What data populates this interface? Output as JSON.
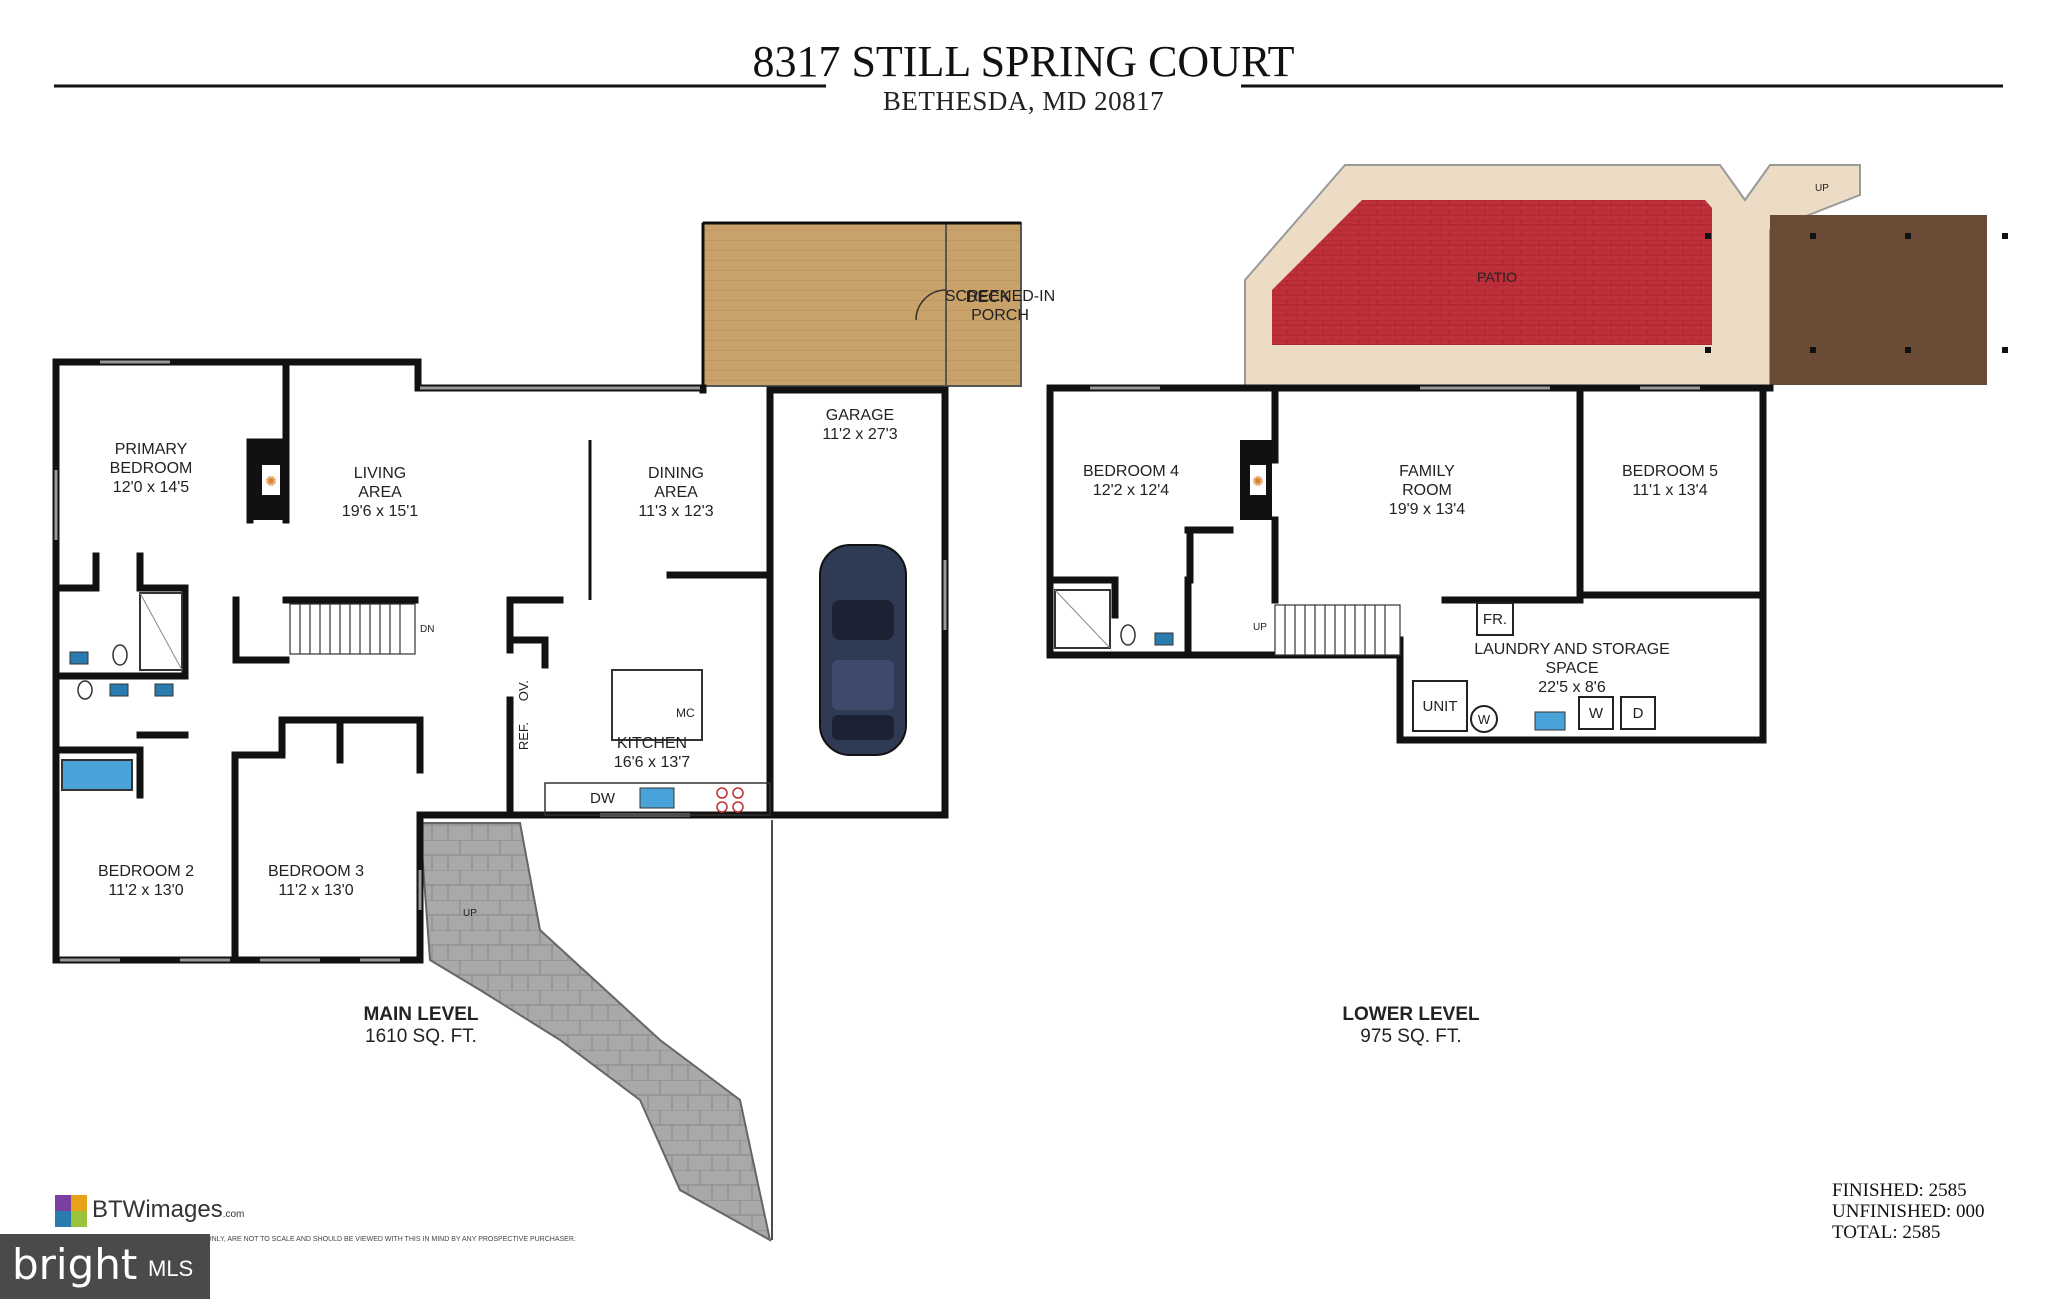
{
  "header": {
    "address": "8317 STILL SPRING COURT",
    "city": "BETHESDA, MD 20817"
  },
  "main_level": {
    "label": "MAIN LEVEL",
    "area": "1610 SQ. FT.",
    "rooms": {
      "primary_bedroom": {
        "name_1": "PRIMARY",
        "name_2": "BEDROOM",
        "dims": "12'0 x 14'5"
      },
      "living_area": {
        "name_1": "LIVING",
        "name_2": "AREA",
        "dims": "19'6 x 15'1"
      },
      "dining_area": {
        "name_1": "DINING",
        "name_2": "AREA",
        "dims": "11'3 x 12'3"
      },
      "screened_porch": {
        "name_1": "SCREENED-IN",
        "name_2": "PORCH"
      },
      "deck": {
        "name": "DECK"
      },
      "garage": {
        "name": "GARAGE",
        "dims": "11'2 x 27'3"
      },
      "kitchen": {
        "name": "KITCHEN",
        "dims": "16'6 x 13'7"
      },
      "bedroom_2": {
        "name": "BEDROOM 2",
        "dims": "11'2 x 13'0"
      },
      "bedroom_3": {
        "name": "BEDROOM 3",
        "dims": "11'2 x 13'0"
      }
    },
    "fixtures": {
      "dw": "DW",
      "mc": "MC",
      "ov": "OV.",
      "ref": "REF.",
      "dn": "DN",
      "up": "UP"
    }
  },
  "lower_level": {
    "label": "LOWER LEVEL",
    "area": "975 SQ. FT.",
    "rooms": {
      "patio": {
        "name": "PATIO"
      },
      "bedroom_4": {
        "name": "BEDROOM 4",
        "dims": "12'2 x 12'4"
      },
      "family_room": {
        "name_1": "FAMILY",
        "name_2": "ROOM",
        "dims": "19'9 x 13'4"
      },
      "bedroom_5": {
        "name": "BEDROOM 5",
        "dims": "11'1 x 13'4"
      },
      "laundry": {
        "name_1": "LAUNDRY AND STORAGE",
        "name_2": "SPACE",
        "dims": "22'5 x 8'6"
      }
    },
    "fixtures": {
      "fr": "FR.",
      "unit": "UNIT",
      "w_circle": "W",
      "w": "W",
      "d": "D",
      "up": "UP",
      "up_stair": "UP"
    }
  },
  "totals": {
    "finished": "FINISHED: 2585",
    "unfinished": "UNFINISHED: 000",
    "total": "TOTAL: 2585"
  },
  "branding": {
    "company": "BTWimages",
    "domain": ".com",
    "disclaimer": "URPOSES ONLY, ARE NOT TO SCALE AND SHOULD BE VIEWED WITH THIS IN MIND BY ANY PROSPECTIVE PURCHASER.",
    "watermark_1": "bright",
    "watermark_2": "MLS"
  },
  "colors": {
    "wall": "#111111",
    "porch_floor": "#c9a26a",
    "patio_brick": "#c0303a",
    "patio_border": "#ecdcc6",
    "lower_deck": "#6b4a36",
    "walkway": "#a8a8a8",
    "tub_water": "#4aa3d8",
    "car_body": "#2f3a55"
  }
}
